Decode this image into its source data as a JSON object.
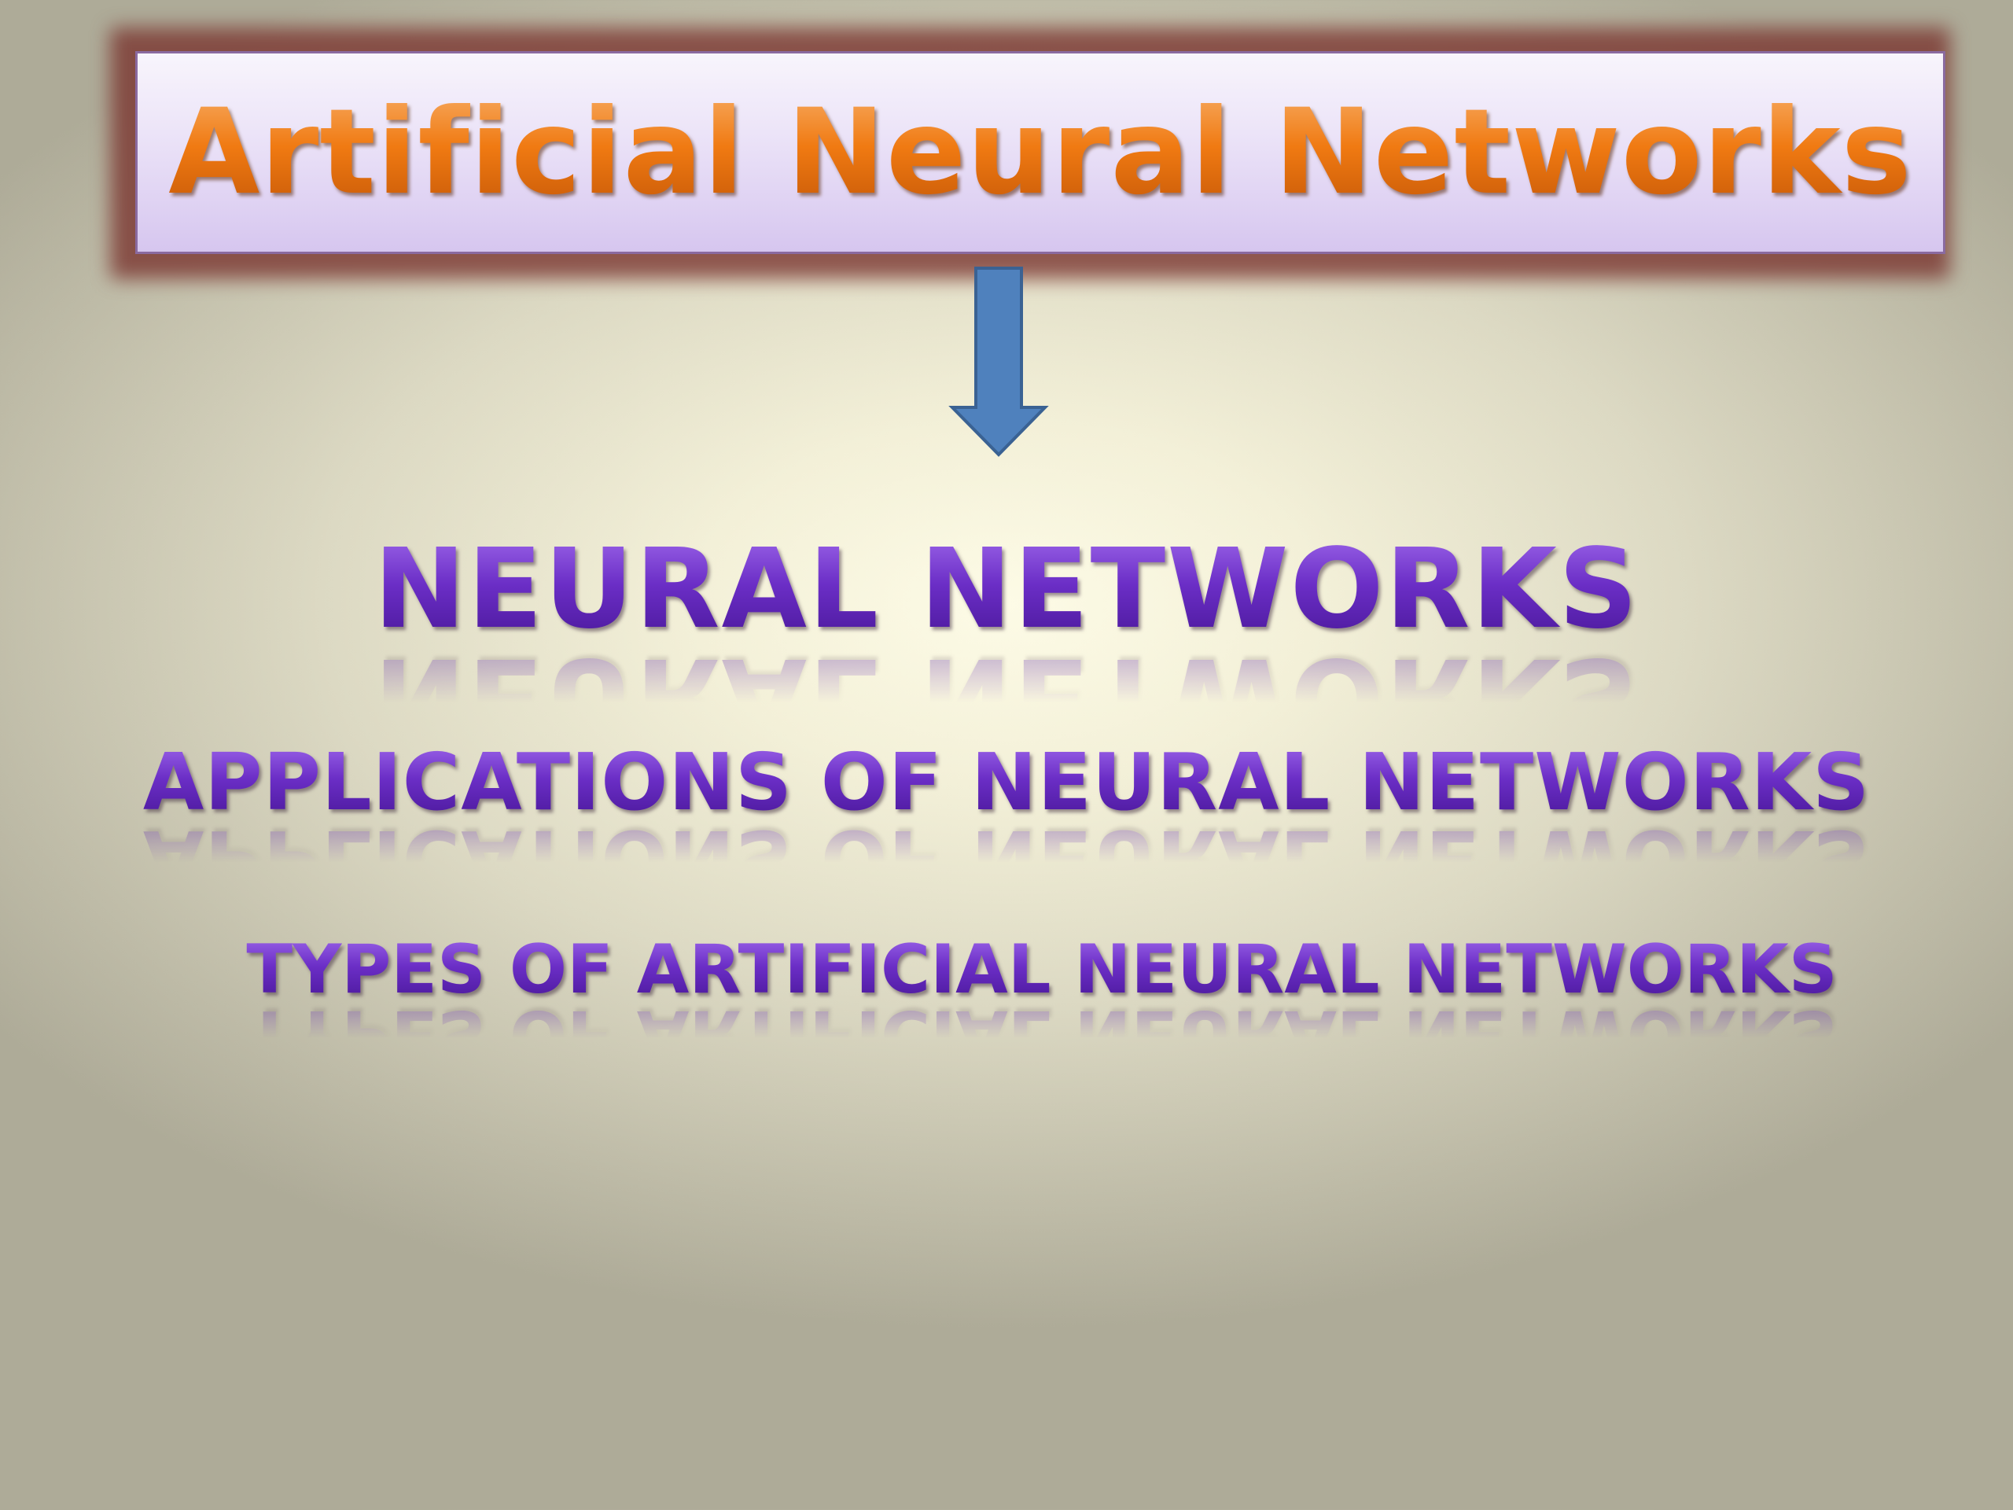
{
  "slide": {
    "title": "Artificial Neural Networks",
    "topics": [
      "NEURAL NETWORKS",
      "APPLICATIONS OF NEURAL NETWORKS",
      "TYPES OF ARTIFICIAL NEURAL NETWORKS"
    ]
  },
  "colors": {
    "title_text": "#f07a14",
    "title_box": "#e6dcf6",
    "title_border_glow": "#7a3530",
    "topic_text": "#6a2cc4",
    "arrow_fill": "#4f81bd",
    "arrow_stroke": "#3a6293"
  },
  "icons": {
    "arrow": "down-arrow-icon"
  }
}
